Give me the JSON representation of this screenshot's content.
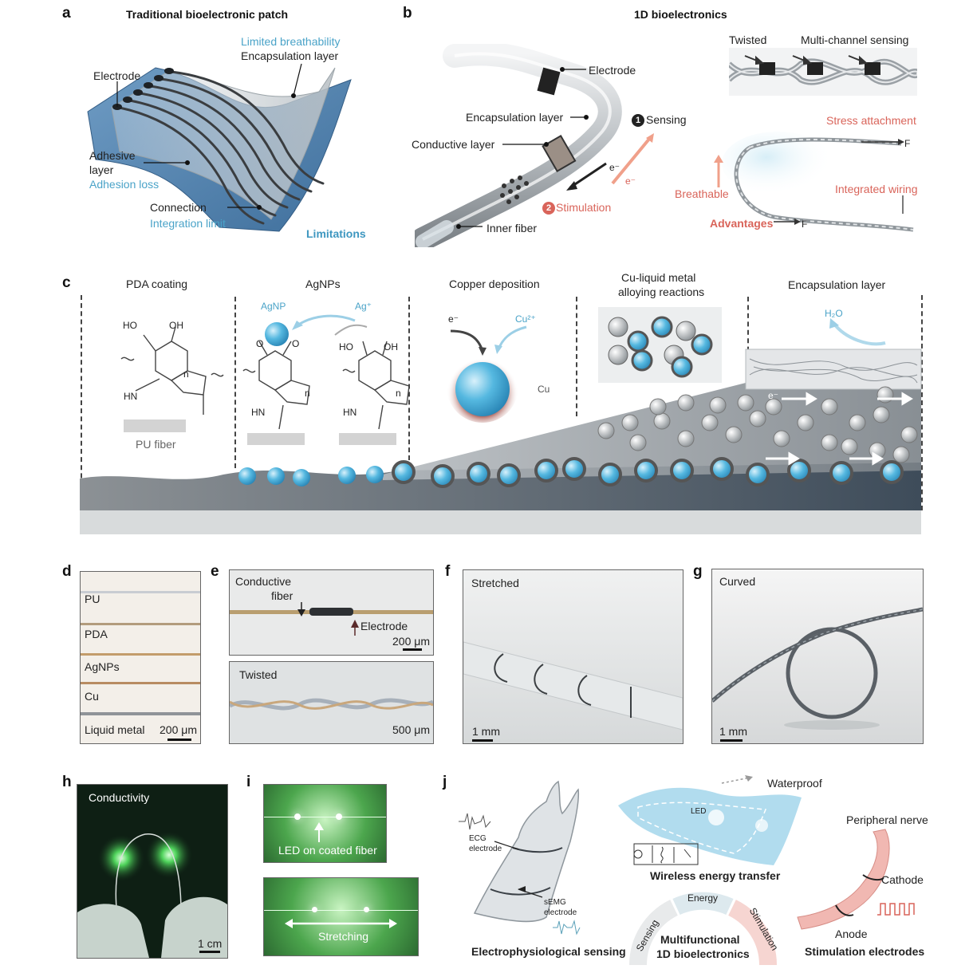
{
  "panels": {
    "a": {
      "label": "a",
      "title": "Traditional bioelectronic patch",
      "limited_breathability": "Limited breathability",
      "encapsulation_layer": "Encapsulation layer",
      "electrode": "Electrode",
      "adhesive": "Adhesive",
      "layer": "layer",
      "adhesion_loss": "Adhesion loss",
      "connection": "Connection",
      "integration_limit": "Integration limit",
      "limitations": "Limitations"
    },
    "b": {
      "label": "b",
      "title": "1D bioelectronics",
      "electrode": "Electrode",
      "encapsulation_layer": "Encapsulation layer",
      "conductive_layer": "Conductive layer",
      "inner_fiber": "Inner fiber",
      "sensing_num": "1",
      "sensing": "Sensing",
      "stimulation_num": "2",
      "stimulation": "Stimulation",
      "electron": "e⁻",
      "twisted": "Twisted",
      "multi_channel": "Multi-channel sensing",
      "stress_attachment": "Stress attachment",
      "breathable": "Breathable",
      "integrated_wiring": "Integrated wiring",
      "advantages": "Advantages",
      "force": "F"
    },
    "c": {
      "label": "c",
      "pda_coating": "PDA coating",
      "agnps": "AgNPs",
      "copper_deposition": "Copper deposition",
      "cu_lm_1": "Cu-liquid metal",
      "cu_lm_2": "alloying reactions",
      "encapsulation_layer": "Encapsulation layer",
      "ho": "HO",
      "oh": "OH",
      "hn": "HN",
      "n": "n",
      "o": "O",
      "pu_fiber": "PU fiber",
      "agnp": "AgNP",
      "ag_plus": "Ag⁺",
      "e_minus": "e⁻",
      "cu_2plus": "Cu²⁺",
      "cu": "Cu",
      "h2o": "H₂O"
    },
    "d": {
      "label": "d",
      "layers": [
        "PU",
        "PDA",
        "AgNPs",
        "Cu",
        "Liquid metal"
      ],
      "scale": "200 μm"
    },
    "e": {
      "label": "e",
      "conductive": "Conductive",
      "fiber": "fiber",
      "electrode": "Electrode",
      "scale_top": "200 μm",
      "twisted": "Twisted",
      "scale_bottom": "500 μm"
    },
    "f": {
      "label": "f",
      "caption": "Stretched",
      "scale": "1 mm"
    },
    "g": {
      "label": "g",
      "caption": "Curved",
      "scale": "1 mm"
    },
    "h": {
      "label": "h",
      "caption": "Conductivity",
      "scale": "1 cm"
    },
    "i": {
      "label": "i",
      "top_caption": "LED on coated fiber",
      "bottom_caption": "Stretching"
    },
    "j": {
      "label": "j",
      "ecg_1": "ECG",
      "ecg_2": "electrode",
      "semg_1": "sEMG",
      "semg_2": "electrode",
      "electrophysiological": "Electrophysiological sensing",
      "waterproof": "Waterproof",
      "led": "LED",
      "wireless": "Wireless energy transfer",
      "peripheral_nerve": "Peripheral nerve",
      "cathode": "Cathode",
      "anode": "Anode",
      "stimulation_electrodes": "Stimulation electrodes",
      "energy": "Energy",
      "sensing": "Sensing",
      "stimulation": "Stimulation",
      "multi_1": "Multifunctional",
      "multi_2": "1D bioelectronics"
    }
  }
}
